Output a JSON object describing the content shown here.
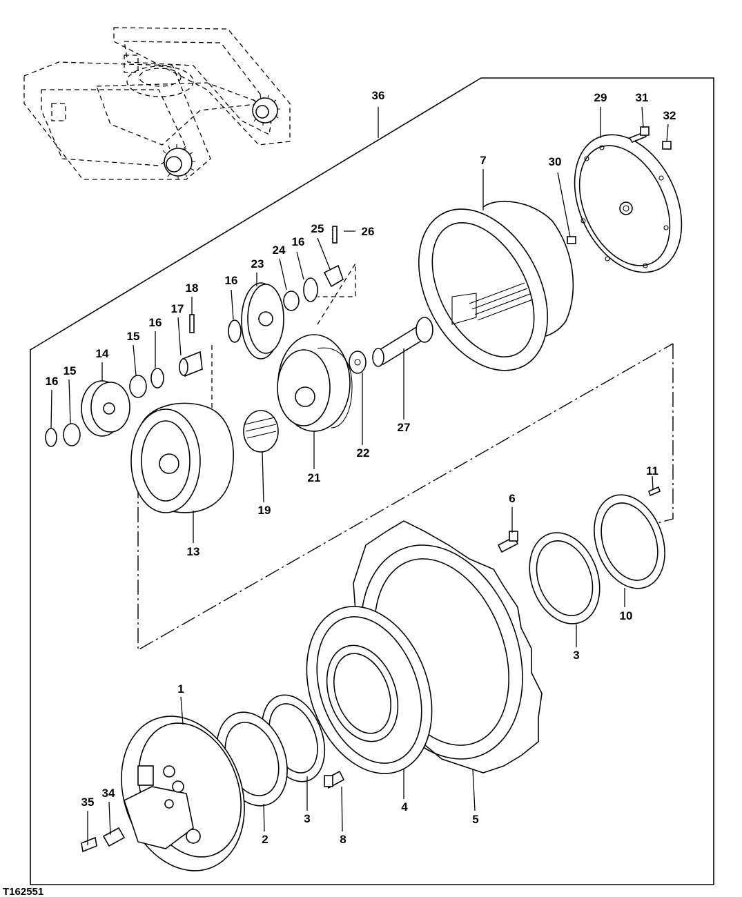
{
  "figure_id": "T162551",
  "callouts": {
    "p1": "1",
    "p2": "2",
    "p3a": "3",
    "p3b": "3",
    "p4": "4",
    "p5": "5",
    "p6": "6",
    "p7": "7",
    "p8": "8",
    "p10": "10",
    "p11": "11",
    "p13": "13",
    "p14": "14",
    "p15a": "15",
    "p15b": "15",
    "p16a": "16",
    "p16b": "16",
    "p16c": "16",
    "p16d": "16",
    "p17": "17",
    "p18": "18",
    "p19": "19",
    "p21": "21",
    "p22": "22",
    "p23": "23",
    "p24": "24",
    "p25": "25",
    "p26": "26",
    "p27": "27",
    "p29": "29",
    "p30": "30",
    "p31": "31",
    "p32": "32",
    "p34": "34",
    "p35": "35",
    "p36": "36"
  }
}
